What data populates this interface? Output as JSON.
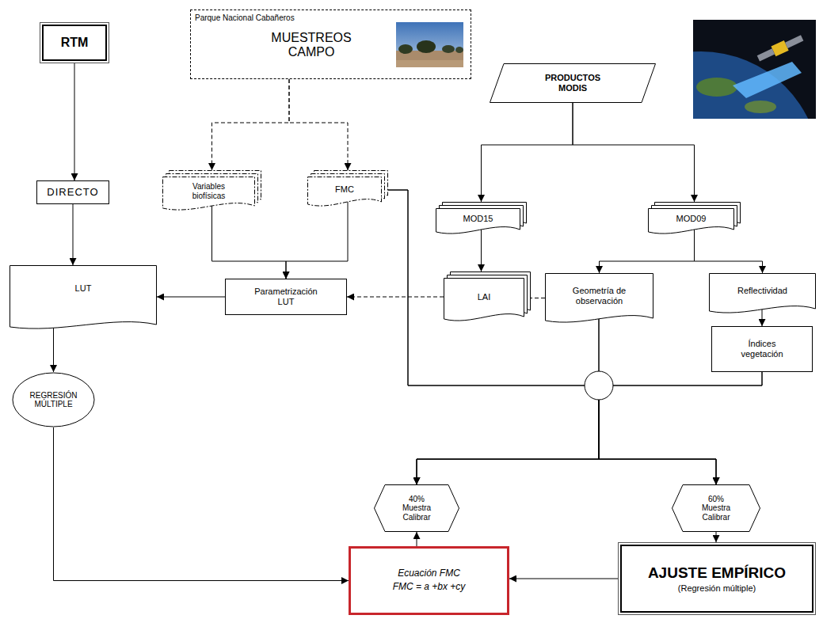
{
  "diagram": {
    "nodes": [
      {
        "text": [
          "RTM"
        ]
      },
      {
        "text": [
          "Parque Nacional Cabañeros",
          "MUESTREOS CAMPO"
        ]
      },
      {
        "text": [
          "PRODUCTOS MODIS"
        ]
      },
      {
        "text": [
          "DIRECTO"
        ]
      },
      {
        "text": [
          "Variables biofísicas"
        ]
      },
      {
        "text": [
          "FMC"
        ]
      },
      {
        "text": [
          "MOD15"
        ]
      },
      {
        "text": [
          "MOD09"
        ]
      },
      {
        "text": [
          "LUT"
        ]
      },
      {
        "text": [
          "Parametrización LUT"
        ]
      },
      {
        "text": [
          "LAI"
        ]
      },
      {
        "text": [
          "Geometría de observación"
        ]
      },
      {
        "text": [
          "Reflectividad"
        ]
      },
      {
        "text": [
          "Índices vegetación"
        ]
      },
      {
        "text": [
          "REGRESIÓN MÚLTIPLE"
        ]
      },
      {
        "text": [
          "40% Muestra Calibrar"
        ]
      },
      {
        "text": [
          "60% Muestra Calibrar"
        ]
      },
      {
        "text": [
          "Ecuación FMC",
          "FMC = a +bx +cy"
        ]
      },
      {
        "text": [
          "AJUSTE EMPÍRICO",
          "(Regresión múltiple)"
        ]
      }
    ],
    "edges": [
      {
        "from": 0,
        "to": 3,
        "arrow": "to"
      },
      {
        "from": 3,
        "to": 8,
        "arrow": "to"
      },
      {
        "from": 1,
        "to": 4,
        "arrow": "to"
      },
      {
        "from": 1,
        "to": 5,
        "arrow": "to"
      },
      {
        "from": 2,
        "to": 6,
        "arrow": "to"
      },
      {
        "from": 2,
        "to": 7,
        "arrow": "to"
      },
      {
        "from": 4,
        "to": 9,
        "arrow": "to"
      },
      {
        "from": 5,
        "to": 9,
        "arrow": "to"
      },
      {
        "from": 9,
        "to": 8,
        "arrow": "to"
      },
      {
        "from": 10,
        "to": 9,
        "arrow": "to"
      },
      {
        "from": 11,
        "to": 10,
        "arrow": "none"
      },
      {
        "from": 6,
        "to": 10,
        "arrow": "to"
      },
      {
        "from": 7,
        "to": 11,
        "arrow": "to"
      },
      {
        "from": 7,
        "to": 12,
        "arrow": "to"
      },
      {
        "from": 12,
        "to": 13,
        "arrow": "to"
      },
      {
        "from": 8,
        "to": 14,
        "arrow": "to"
      },
      {
        "from": 14,
        "to": 17,
        "arrow": "to"
      },
      {
        "from": 5,
        "to": 15,
        "arrow": "to"
      },
      {
        "from": 5,
        "to": 16,
        "arrow": "to"
      },
      {
        "from": 11,
        "to": 15,
        "arrow": "to"
      },
      {
        "from": 11,
        "to": 16,
        "arrow": "to"
      },
      {
        "from": 13,
        "to": 15,
        "arrow": "to"
      },
      {
        "from": 13,
        "to": 16,
        "arrow": "to"
      },
      {
        "from": 17,
        "to": 15,
        "arrow": "to"
      },
      {
        "from": 16,
        "to": 18,
        "arrow": "to"
      },
      {
        "from": 18,
        "to": 17,
        "arrow": "to"
      }
    ]
  }
}
